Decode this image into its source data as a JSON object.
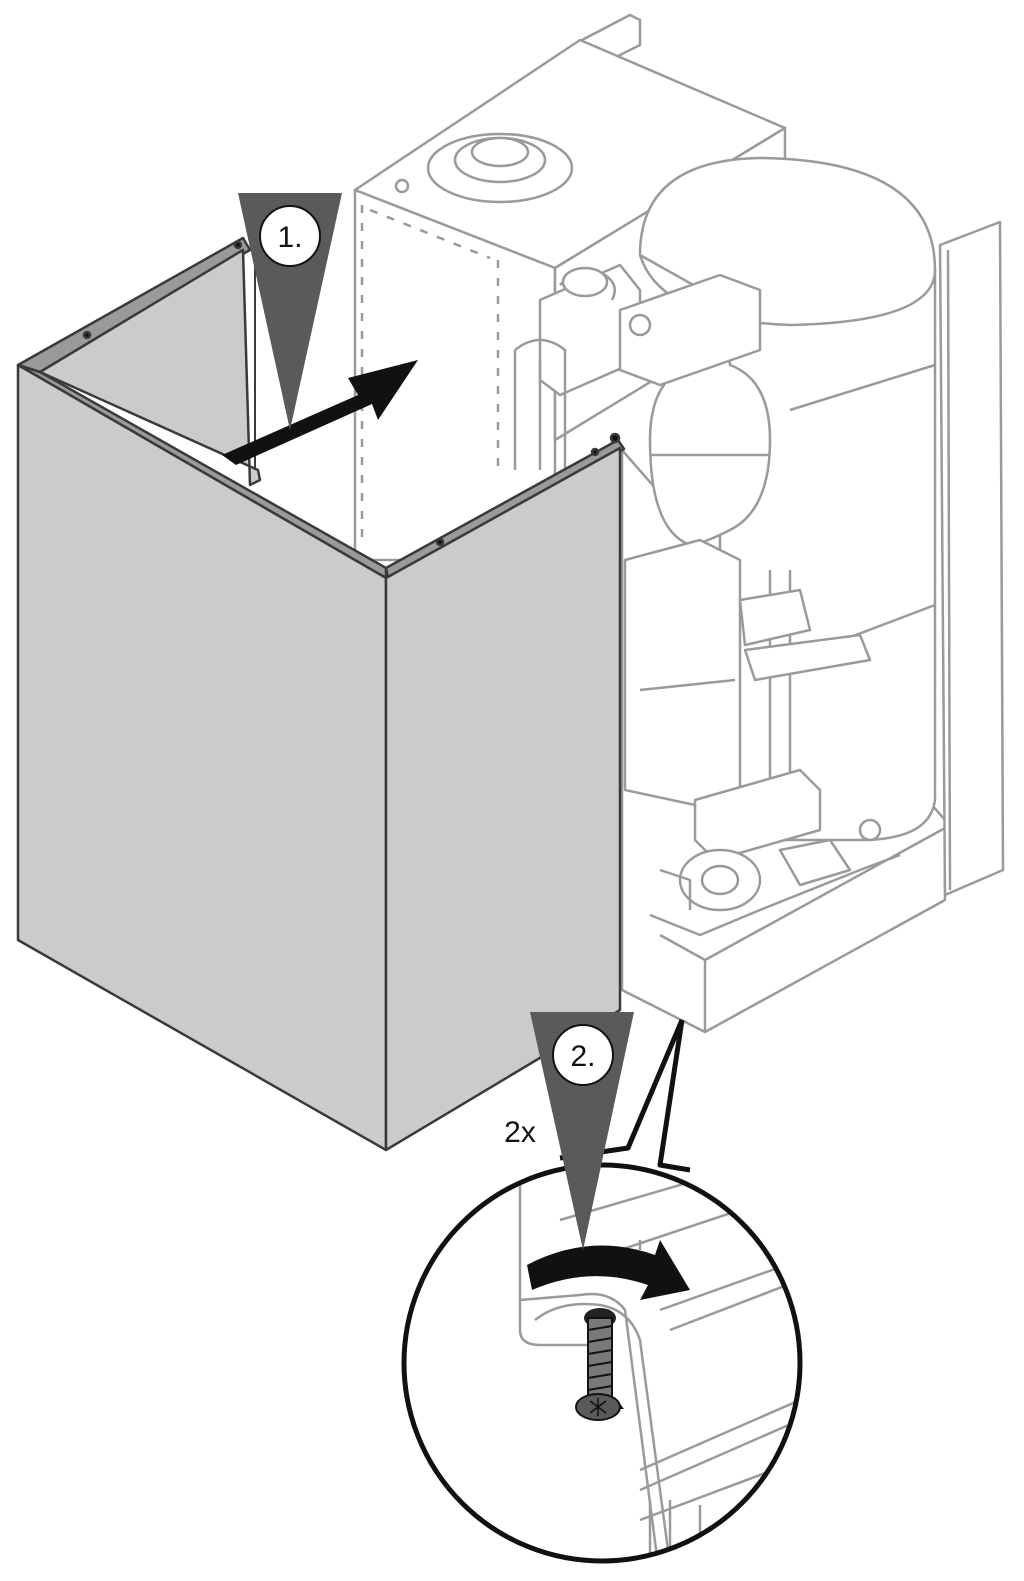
{
  "steps": [
    {
      "label": "1."
    },
    {
      "label": "2."
    }
  ],
  "quantity_label": "2x",
  "colors": {
    "panel_fill": "#cbcbcb",
    "panel_edge": "#3a3a3a",
    "marker_fill": "#5a5a5a",
    "arrow_fill": "#111111",
    "machine_line": "#9a9a9a",
    "line_dark": "#111111"
  },
  "icons": [
    "step-marker-icon",
    "insert-arrow-icon",
    "turn-arrow-icon",
    "screw-icon"
  ]
}
